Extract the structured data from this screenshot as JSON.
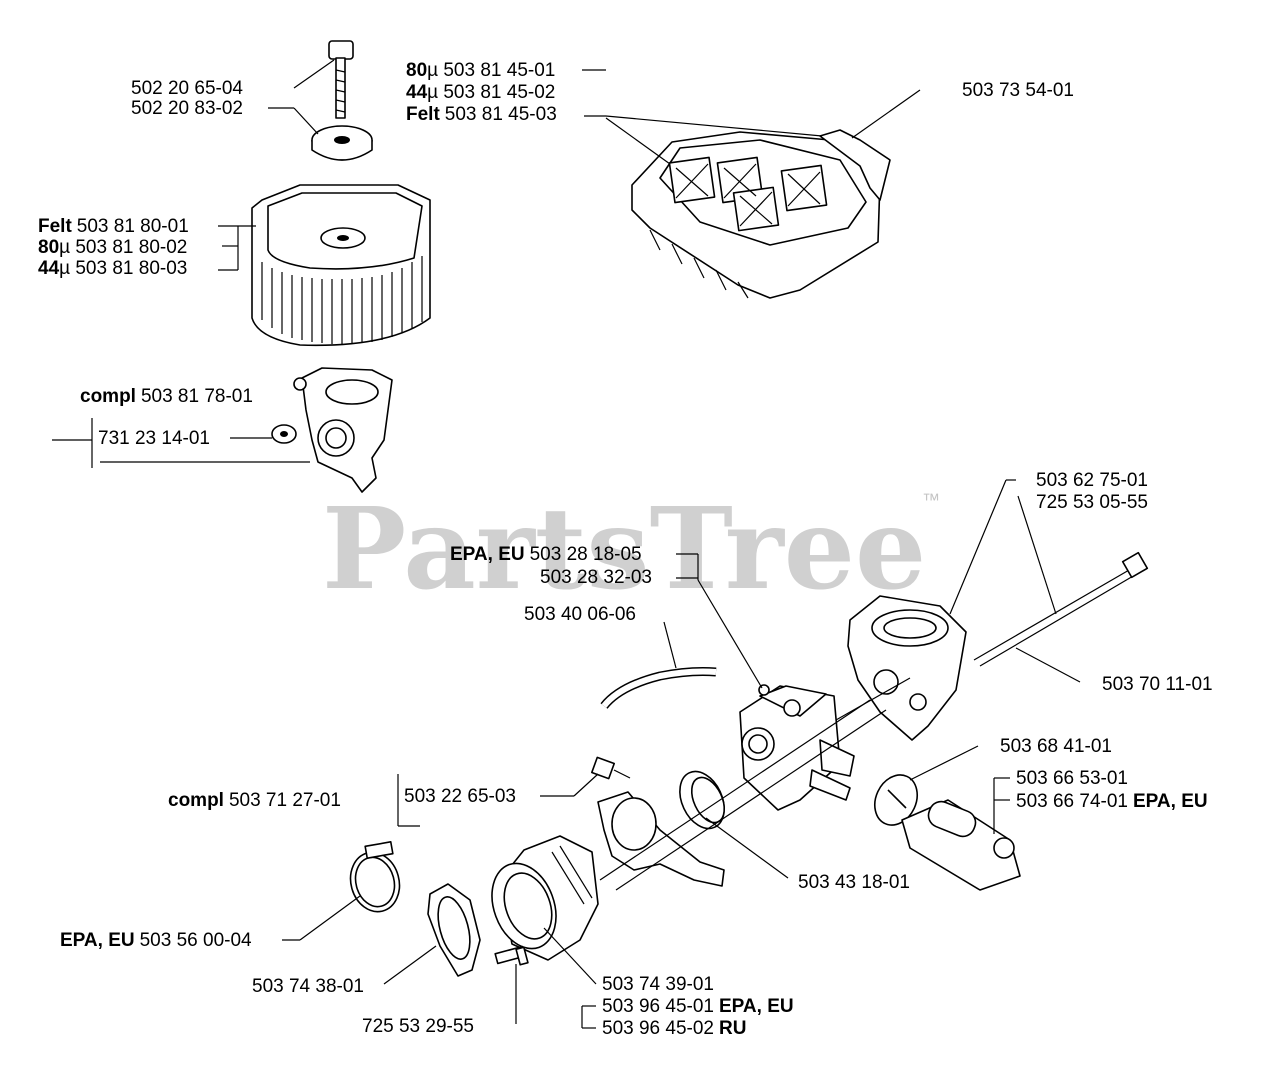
{
  "watermark": {
    "text": "PartsTree",
    "trademark": "™"
  },
  "labels": {
    "bolt_1": "502 20 65-04",
    "bolt_2": "502 20 83-02",
    "filter_felt_pre": "Felt",
    "filter_felt_num": "503 81 80-01",
    "filter_80_pre": "80",
    "filter_80_num": "µ 503 81 80-02",
    "filter_44_pre": "44",
    "filter_44_num": "µ 503 81 80-03",
    "holder_pre": "compl",
    "holder_num": "503 81 78-01",
    "nut": "731 23 14-01",
    "cover_80_pre": "80",
    "cover_80_num": "µ 503 81 45-01",
    "cover_44_pre": "44",
    "cover_44_num": "µ 503 81 45-02",
    "cover_felt_pre": "Felt",
    "cover_felt_num": "503 81 45-03",
    "cover_top": "503 73 54-01",
    "carb_mount_1": "503 62 75-01",
    "carb_mount_2": "725 53 05-55",
    "carb_epa_pre": "EPA, EU",
    "carb_epa_num": "503 28 18-05",
    "carb_std": "503 28 32-03",
    "fuel_hose": "503 40 06-06",
    "rod": "503 70 11-01",
    "choke": "503 68 41-01",
    "lever_1": "503 66 53-01",
    "lever_2_num": "503 66 74-01",
    "lever_2_suf": "EPA, EU",
    "intake_pre": "compl",
    "intake_num": "503 71 27-01",
    "clip": "503 22 65-03",
    "ring": "503 43 18-01",
    "clamp_pre": "EPA, EU",
    "clamp_num": "503 56 00-04",
    "flange": "503 74 38-01",
    "screw": "725 53 29-55",
    "manifold_1": "503 74 39-01",
    "manifold_2_num": "503 96 45-01",
    "manifold_2_suf": "EPA, EU",
    "manifold_3_num": "503 96 45-02",
    "manifold_3_suf": "RU"
  }
}
